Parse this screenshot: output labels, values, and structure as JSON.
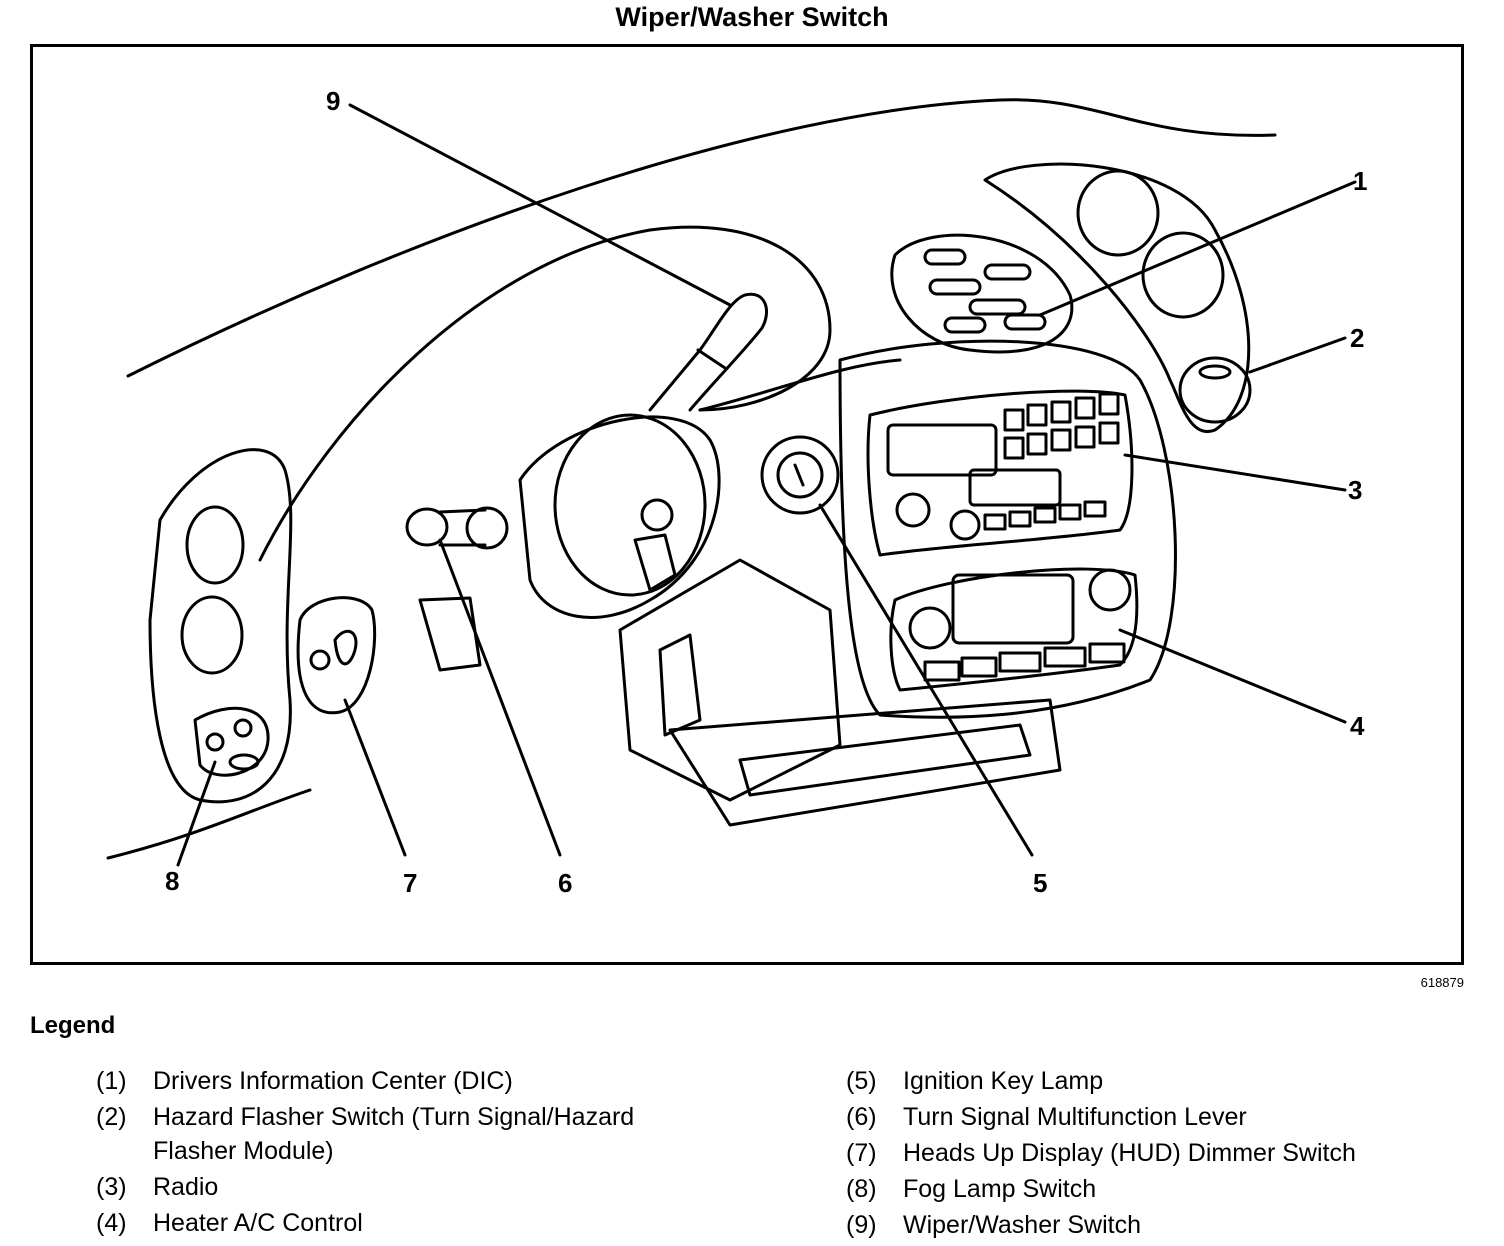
{
  "title": "Wiper/Washer Switch",
  "figure_id": "618879",
  "legend": {
    "heading": "Legend",
    "items": [
      {
        "num": "(1)",
        "text": "Drivers Information Center (DIC)"
      },
      {
        "num": "(2)",
        "text": "Hazard Flasher Switch (Turn Signal/Hazard Flasher Module)"
      },
      {
        "num": "(3)",
        "text": "Radio"
      },
      {
        "num": "(4)",
        "text": "Heater A/C Control"
      },
      {
        "num": "(5)",
        "text": "Ignition Key Lamp"
      },
      {
        "num": "(6)",
        "text": "Turn Signal Multifunction Lever"
      },
      {
        "num": "(7)",
        "text": "Heads Up Display (HUD) Dimmer Switch"
      },
      {
        "num": "(8)",
        "text": "Fog Lamp Switch"
      },
      {
        "num": "(9)",
        "text": "Wiper/Washer Switch"
      }
    ]
  },
  "callouts": [
    "1",
    "2",
    "3",
    "4",
    "5",
    "6",
    "7",
    "8",
    "9"
  ]
}
